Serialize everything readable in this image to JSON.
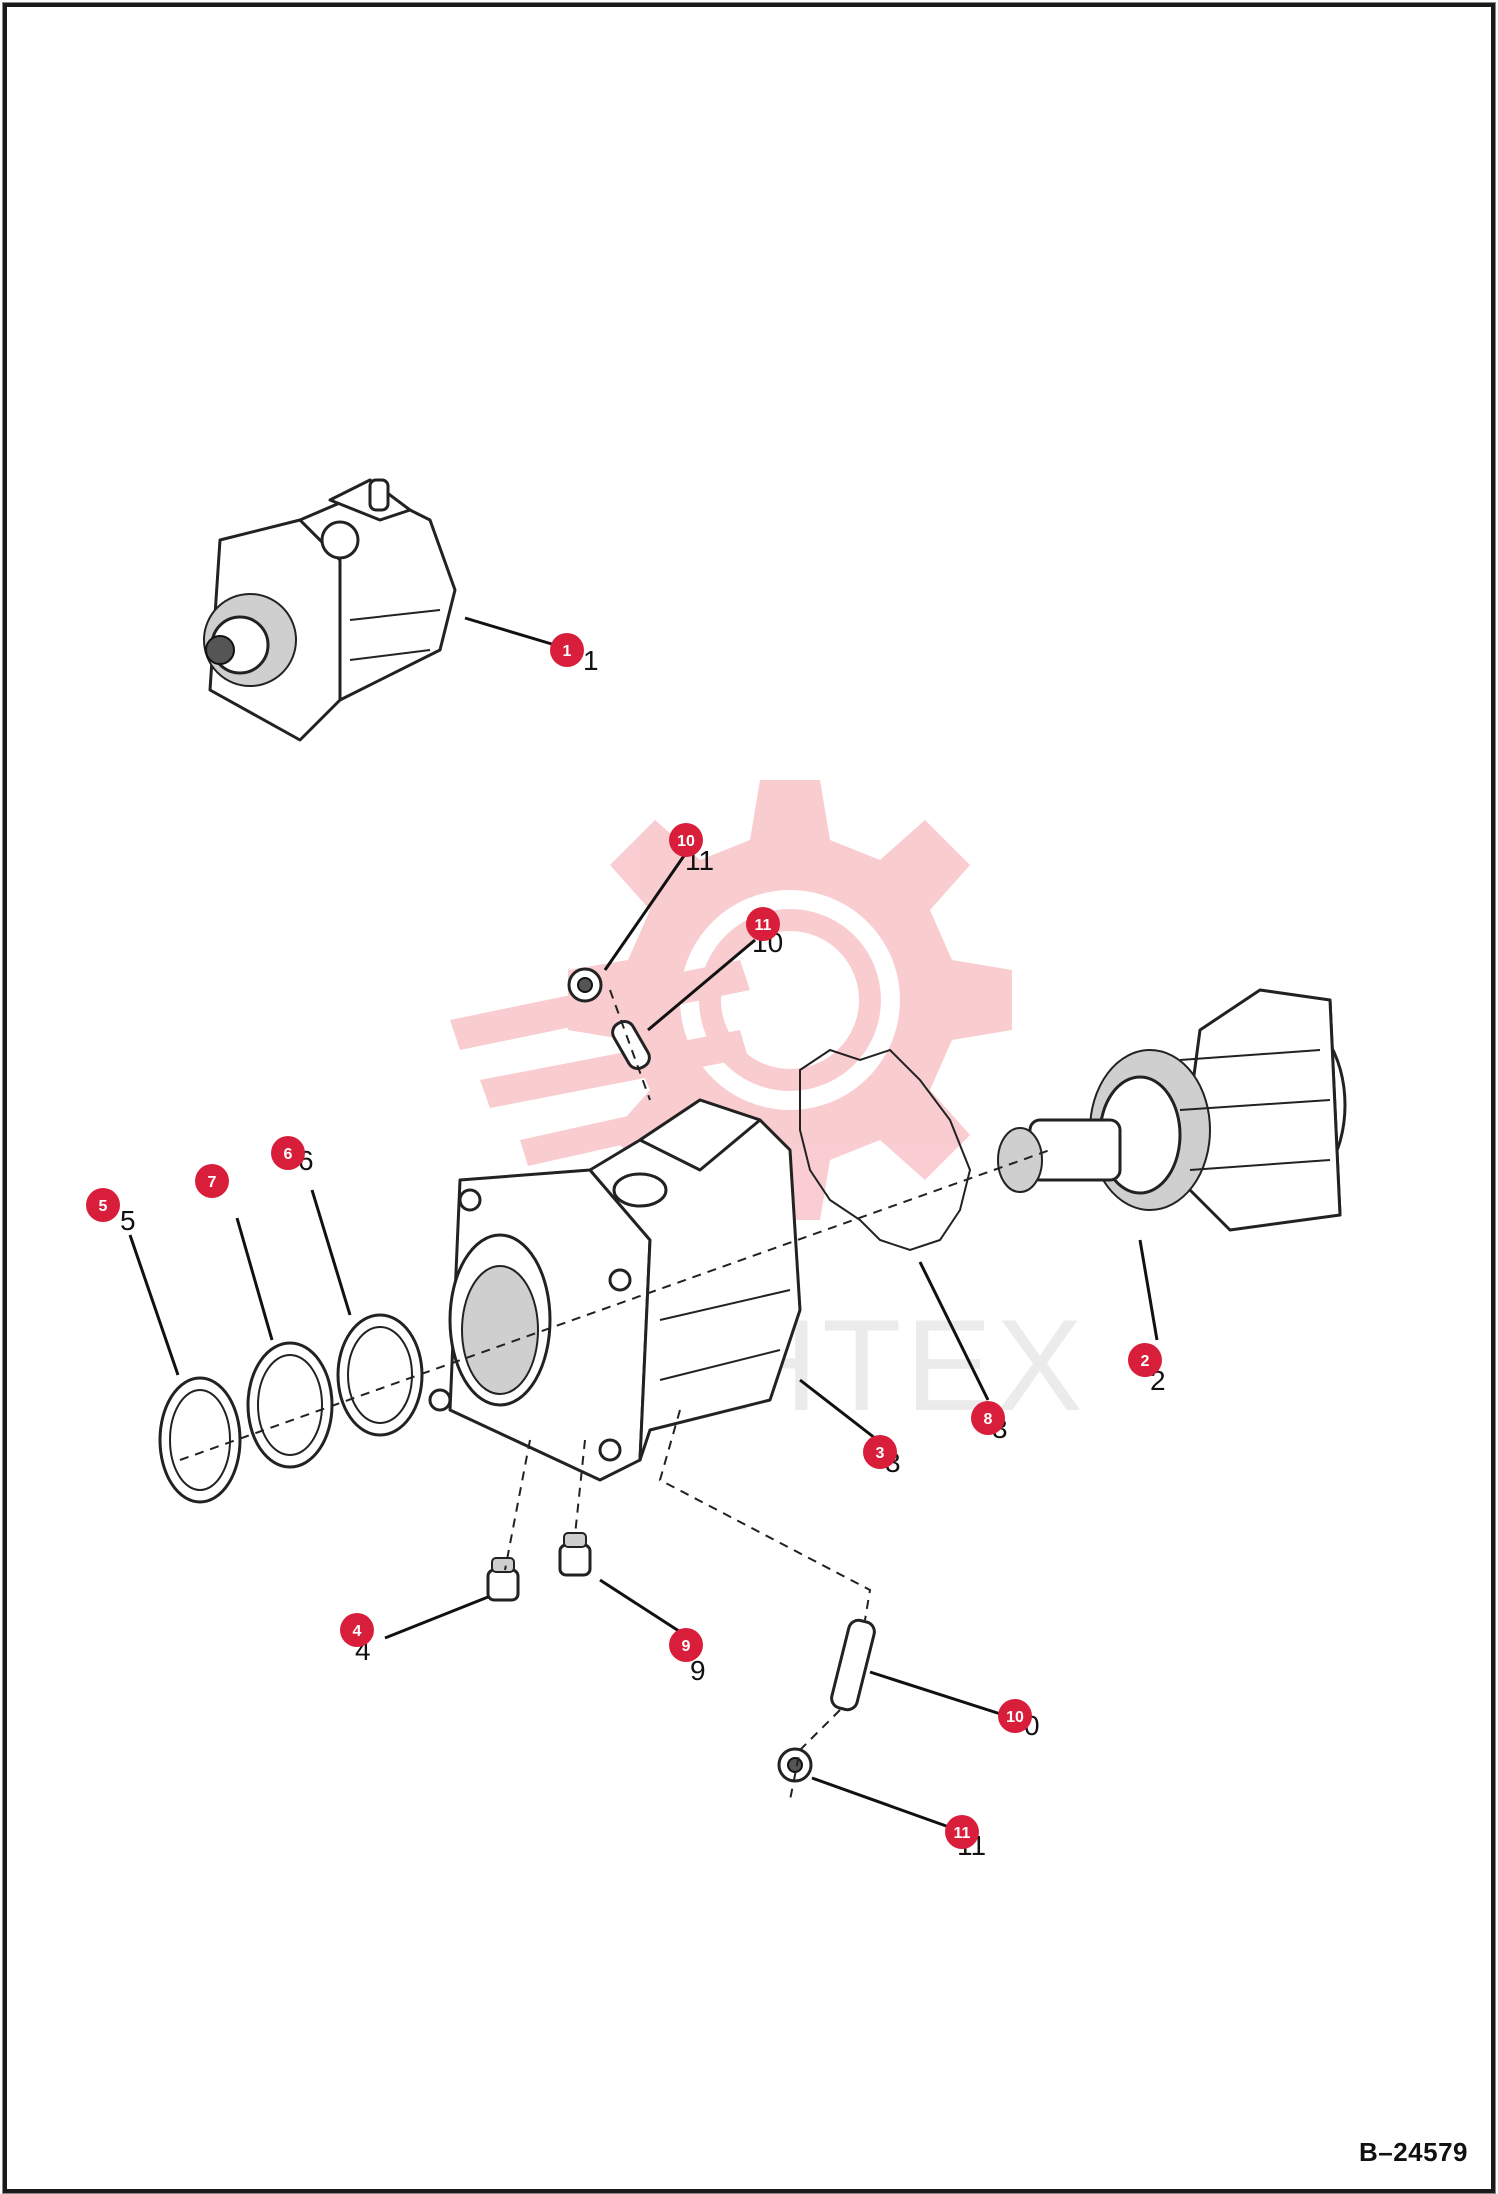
{
  "drawing_code": "B–24579",
  "watermark": {
    "text": "TEHTEX",
    "color": "#f2a0a8"
  },
  "callout_color": "#d81e3a",
  "callouts": [
    {
      "label": "1"
    },
    {
      "label": "2"
    },
    {
      "label": "3"
    },
    {
      "label": "4"
    },
    {
      "label": "5"
    },
    {
      "label": "6"
    },
    {
      "label": "7"
    },
    {
      "label": "8"
    },
    {
      "label": "9"
    },
    {
      "label": "10"
    },
    {
      "label": "11"
    },
    {
      "label": "10"
    },
    {
      "label": "11"
    }
  ],
  "diagram_digits": [
    {
      "text": "1"
    },
    {
      "text": "11"
    },
    {
      "text": "10"
    },
    {
      "text": "5"
    },
    {
      "text": "6"
    },
    {
      "text": "2"
    },
    {
      "text": "3"
    },
    {
      "text": "3"
    },
    {
      "text": "4"
    },
    {
      "text": "9"
    },
    {
      "text": "0"
    },
    {
      "text": "11"
    }
  ]
}
